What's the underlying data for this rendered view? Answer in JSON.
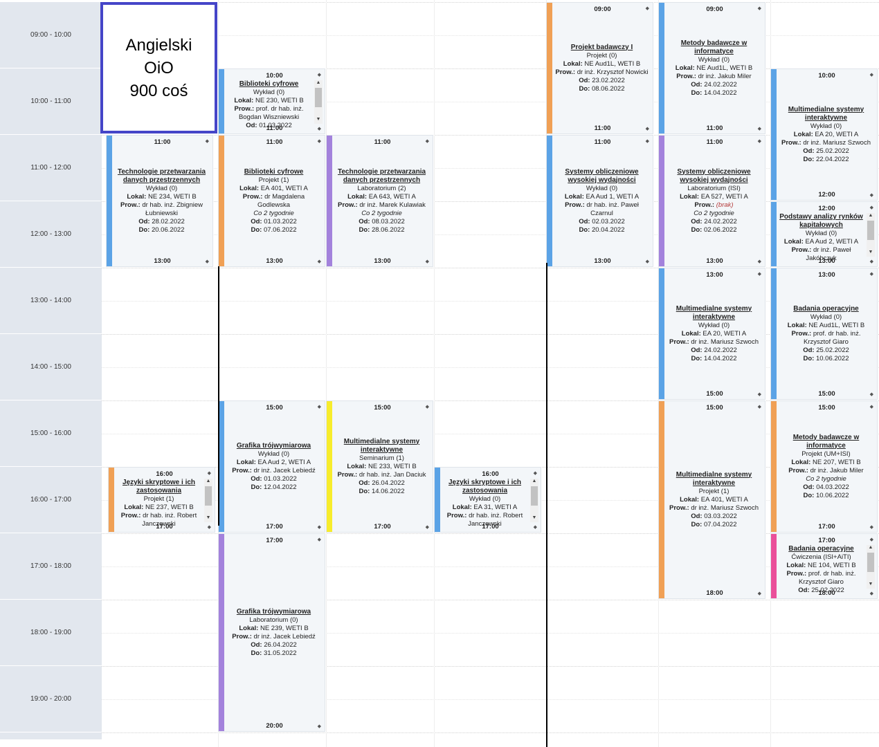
{
  "note": {
    "lines": [
      "Angielski",
      "OiO",
      "900 coś"
    ]
  },
  "colors": {
    "blue": "#5ba3e6",
    "orange": "#f0a055",
    "purple": "#a382dc",
    "yellow": "#f7ec2c",
    "pink": "#ea4f9a"
  },
  "time_slots": [
    "09:00 - 10:00",
    "10:00 - 11:00",
    "11:00 - 12:00",
    "12:00 - 13:00",
    "13:00 - 14:00",
    "14:00 - 15:00",
    "15:00 - 16:00",
    "16:00 - 17:00",
    "17:00 - 18:00",
    "18:00 - 19:00",
    "19:00 - 20:00"
  ],
  "labels": {
    "lokal": "Lokal:",
    "prow": "Prow.:",
    "od": "Od:",
    "do": "Do:"
  },
  "events": [
    {
      "id": "bib-wyk",
      "start": "10:00",
      "end": "11:00",
      "color": "blue",
      "title": "Biblioteki cyfrowe",
      "type": "Wykład (0)",
      "lokal": "NE 230, WETI B",
      "prow": "prof. dr hab. inż. Bogdan Wiszniewski",
      "od": "01.03.2022",
      "scroll": true
    },
    {
      "id": "tech-wyk",
      "start": "11:00",
      "end": "13:00",
      "color": "blue",
      "title": "Technologie przetwarzania danych przestrzennych",
      "type": "Wykład (0)",
      "lokal": "NE 234, WETI B",
      "prow": "dr hab. inż. Zbigniew Łubniewski",
      "od": "28.02.2022",
      "do": "20.06.2022"
    },
    {
      "id": "bib-proj",
      "start": "11:00",
      "end": "13:00",
      "color": "orange",
      "title": "Biblioteki cyfrowe",
      "type": "Projekt (1)",
      "lokal": "EA 401, WETI A",
      "prow": "dr Magdalena Godlewska",
      "note": "Co 2 tygodnie",
      "od": "01.03.2022",
      "do": "07.06.2022"
    },
    {
      "id": "tech-lab",
      "start": "11:00",
      "end": "13:00",
      "color": "purple",
      "title": "Technologie przetwarzania danych przestrzennych",
      "type": "Laboratorium (2)",
      "lokal": "EA 643, WETI A",
      "prow": "dr inż. Marek Kulawiak",
      "note": "Co 2 tygodnie",
      "od": "08.03.2022",
      "do": "28.06.2022"
    },
    {
      "id": "graf-wyk",
      "start": "15:00",
      "end": "17:00",
      "color": "blue",
      "title": "Grafika trójwymiarowa",
      "type": "Wykład (0)",
      "lokal": "EA Aud 2, WETI A",
      "prow": "dr inż. Jacek Lebiedź",
      "od": "01.03.2022",
      "do": "12.04.2022"
    },
    {
      "id": "mult-sem",
      "start": "15:00",
      "end": "17:00",
      "color": "yellow",
      "title": "Multimedialne systemy interaktywne",
      "type": "Seminarium (1)",
      "lokal": "NE 233, WETI B",
      "prow": "dr hab. inż. Jan Daciuk",
      "od": "26.04.2022",
      "do": "14.06.2022"
    },
    {
      "id": "jez-wyk",
      "start": "16:00",
      "end": "17:00",
      "color": "blue",
      "title": "Języki skryptowe i ich zastosowania",
      "type": "Wykład (0)",
      "lokal": "EA 31, WETI A",
      "prow": "dr hab. inż. Robert Janczewski",
      "scroll": true
    },
    {
      "id": "jez-proj",
      "start": "16:00",
      "end": "17:00",
      "color": "orange",
      "title": "Języki skryptowe i ich zastosowania",
      "type": "Projekt (1)",
      "lokal": "NE 237, WETI B",
      "prow": "dr hab. inż. Robert Janczewski",
      "scroll": true
    },
    {
      "id": "graf-lab",
      "start": "17:00",
      "end": "20:00",
      "color": "purple",
      "title": "Grafika trójwymiarowa",
      "type": "Laboratorium (0)",
      "lokal": "NE 239, WETI B",
      "prow": "dr inż. Jacek Lebiedź",
      "od": "26.04.2022",
      "do": "31.05.2022"
    },
    {
      "id": "proj-bad",
      "start": "09:00",
      "end": "11:00",
      "color": "orange",
      "title": "Projekt badawczy I",
      "type": "Projekt (0)",
      "lokal": "NE Aud1L, WETI B",
      "prow": "dr inż. Krzysztof Nowicki",
      "od": "23.02.2022",
      "do": "08.06.2022"
    },
    {
      "id": "sys-wyk",
      "start": "11:00",
      "end": "13:00",
      "color": "blue",
      "title": "Systemy obliczeniowe wysokiej wydajności",
      "type": "Wykład (0)",
      "lokal": "EA Aud 1, WETI A",
      "prow": "dr hab. inż. Paweł Czarnul",
      "od": "02.03.2022",
      "do": "20.04.2022"
    },
    {
      "id": "met-wyk",
      "start": "09:00",
      "end": "11:00",
      "color": "blue",
      "title": "Metody badawcze w informatyce",
      "type": "Wykład (0)",
      "lokal": "NE Aud1L, WETI B",
      "prow": "dr inż. Jakub Miler",
      "od": "24.02.2022",
      "do": "14.04.2022"
    },
    {
      "id": "sys-lab",
      "start": "11:00",
      "end": "13:00",
      "color": "purple",
      "title": "Systemy obliczeniowe wysokiej wydajności",
      "type": "Laboratorium (ISI)",
      "lokal": "EA 527, WETI A",
      "prow_brak": "(brak)",
      "note": "Co 2 tygodnie",
      "od": "24.02.2022",
      "do": "02.06.2022"
    },
    {
      "id": "mult-wyk2",
      "start": "13:00",
      "end": "15:00",
      "color": "blue",
      "title": "Multimedialne systemy interaktywne",
      "type": "Wykład (0)",
      "lokal": "EA 20, WETI A",
      "prow": "dr inż. Mariusz Szwoch",
      "od": "24.02.2022",
      "do": "14.04.2022"
    },
    {
      "id": "mult-proj",
      "start": "15:00",
      "end": "18:00",
      "color": "orange",
      "title": "Multimedialne systemy interaktywne",
      "type": "Projekt (1)",
      "lokal": "EA 401, WETI A",
      "prow": "dr inż. Mariusz Szwoch",
      "od": "03.03.2022",
      "do": "07.04.2022"
    },
    {
      "id": "mult-wyk",
      "start": "10:00",
      "end": "12:00",
      "color": "blue",
      "title": "Multimedialne systemy interaktywne",
      "type": "Wykład (0)",
      "lokal": "EA 20, WETI A",
      "prow": "dr inż. Mariusz Szwoch",
      "od": "25.02.2022",
      "do": "22.04.2022"
    },
    {
      "id": "podst",
      "start": "12:00",
      "end": "13:00",
      "color": "blue",
      "title": "Podstawy analizy rynków kapitałowych",
      "type": "Wykład (0)",
      "lokal": "EA Aud 2, WETI A",
      "prow": "dr inż. Paweł Jakóbczyk",
      "scroll": true
    },
    {
      "id": "bad-wyk",
      "start": "13:00",
      "end": "15:00",
      "color": "blue",
      "title": "Badania operacyjne",
      "type": "Wykład (0)",
      "lokal": "NE Aud1L, WETI B",
      "prow": "prof. dr hab. inż. Krzysztof Giaro",
      "od": "25.02.2022",
      "do": "10.06.2022"
    },
    {
      "id": "met-proj",
      "start": "15:00",
      "end": "17:00",
      "color": "orange",
      "title": "Metody badawcze w informatyce",
      "type": "Projekt (UM+ISI)",
      "lokal": "NE 207, WETI B",
      "prow": "dr inż. Jakub Miler",
      "note": "Co 2 tygodnie",
      "od": "04.03.2022",
      "do": "10.06.2022"
    },
    {
      "id": "bad-cw",
      "start": "17:00",
      "end": "18:00",
      "color": "pink",
      "title": "Badania operacyjne",
      "type": "Ćwiczenia (ISI+AiTI)",
      "lokal": "NE 104, WETI B",
      "prow": "prof. dr hab. inż. Krzysztof Giaro",
      "od": "25.02.2022",
      "scroll": true
    }
  ]
}
